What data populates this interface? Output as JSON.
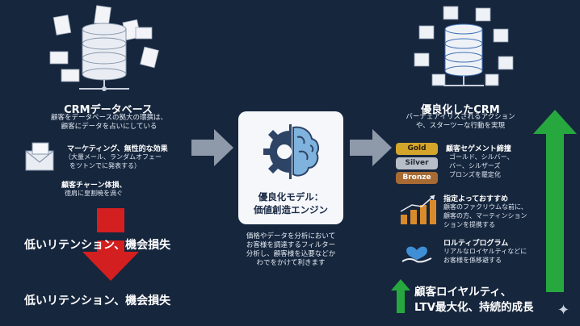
{
  "left": {
    "title": "CRMデータベース",
    "desc_line1": "顧客をデータベースの拠大の環撰は、",
    "desc_line2": "顧客にデータを占いにしている",
    "marketing_title": "マーケティング、無性的な効果",
    "marketing_desc1": "（大量メール、ランダムオフェー",
    "marketing_desc2": "をツトンでに発表する）",
    "churn_title": "顧客チャーン体損、",
    "churn_desc": "徳肩に皇割暁を渦ぐ",
    "result1": "低いリテンション、機会損失",
    "result2": "低いリテンション、機会損失"
  },
  "middle": {
    "title_line1": "優良化モデル：",
    "title_line2": "価値創造エンジン",
    "desc_line1": "価格やデータを分析において",
    "desc_line2": "お客様を調達するフィルター",
    "desc_line3": "分析し、顧客様を込要などか",
    "desc_line4": "わでをかけて利きます"
  },
  "right": {
    "title": "優良化したCRM",
    "desc_line1": "バーナェアイリスされるアクション",
    "desc_line2": "や、スターツーな行動を実現",
    "segment_title": "顧客セゲメント締撞",
    "segment_desc1": "ゴールド、シルバー、",
    "segment_desc2": "バー、シルザーズ",
    "segment_desc3": "ブロンズを罷定化",
    "tiers": [
      "Gold",
      "Silver",
      "Bronze"
    ],
    "recommend_title": "指定よっておすすめ",
    "recommend_desc1": "顧客のファクリウムな前に、",
    "recommend_desc2": "顧客の方、マーティンション",
    "recommend_desc3": "ションを提携する",
    "loyalty_title": "ロルティプログラム",
    "loyalty_desc1": "リアルなロイヤルティなどに",
    "loyalty_desc2": "お客様を係移避する",
    "bottom_line1": "顧客ロイヤルティ、",
    "bottom_line2": "LTV最大化、持続的成長"
  },
  "colors": {
    "background": "#16263d",
    "red": "#d31f1f",
    "green": "#27a83f",
    "gold": "#d4a52b",
    "silver": "#b7bec8",
    "bronze": "#a86a33"
  }
}
